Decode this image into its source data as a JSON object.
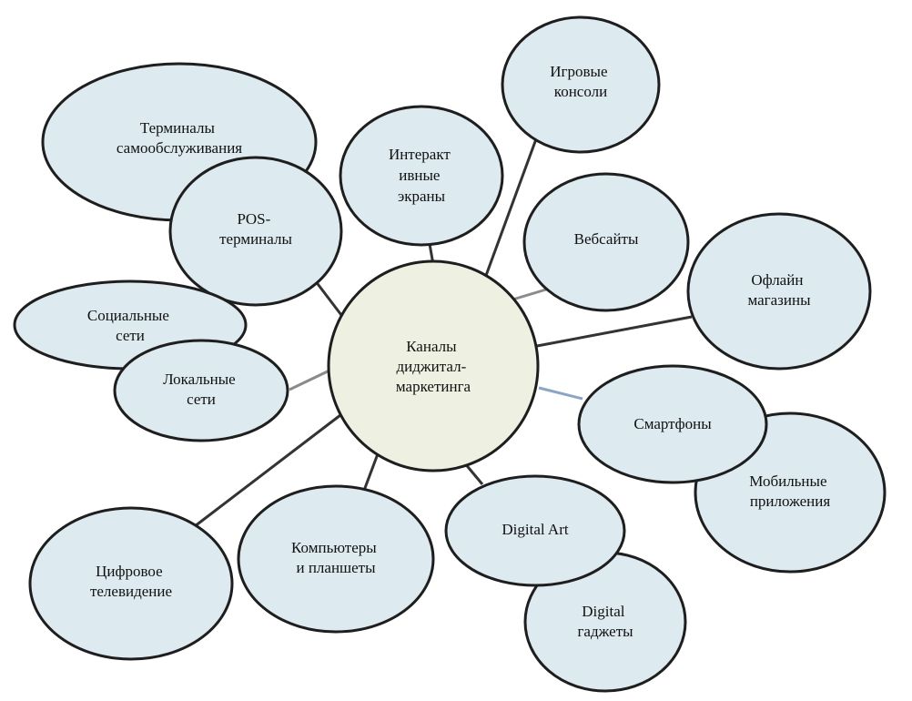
{
  "diagram": {
    "center": {
      "lines": [
        "Каналы",
        "диджитал-",
        "маркетинга"
      ]
    },
    "nodes": [
      {
        "id": "terminals-self-service",
        "lines": [
          "Терминалы",
          "самообслуживания"
        ]
      },
      {
        "id": "pos-terminals",
        "lines": [
          "POS-",
          "терминалы"
        ]
      },
      {
        "id": "interactive-screens",
        "lines": [
          "Интеракт",
          "ивные",
          "экраны"
        ]
      },
      {
        "id": "game-consoles",
        "lines": [
          "Игровые",
          "консоли"
        ]
      },
      {
        "id": "websites",
        "lines": [
          "Вебсайты"
        ]
      },
      {
        "id": "offline-stores",
        "lines": [
          "Офлайн",
          "магазины"
        ]
      },
      {
        "id": "social-networks",
        "lines": [
          "Социальные",
          "сети"
        ]
      },
      {
        "id": "local-networks",
        "lines": [
          "Локальные",
          "сети"
        ]
      },
      {
        "id": "smartphones",
        "lines": [
          "Смартфоны"
        ]
      },
      {
        "id": "mobile-apps",
        "lines": [
          "Мобильные",
          "приложения"
        ]
      },
      {
        "id": "digital-tv",
        "lines": [
          "Цифровое",
          "телевидение"
        ]
      },
      {
        "id": "computers-tablets",
        "lines": [
          "Компьютеры",
          "и планшеты"
        ]
      },
      {
        "id": "digital-art",
        "lines": [
          "Digital Art"
        ]
      },
      {
        "id": "digital-gadgets",
        "lines": [
          "Digital",
          "гаджеты"
        ]
      }
    ]
  }
}
